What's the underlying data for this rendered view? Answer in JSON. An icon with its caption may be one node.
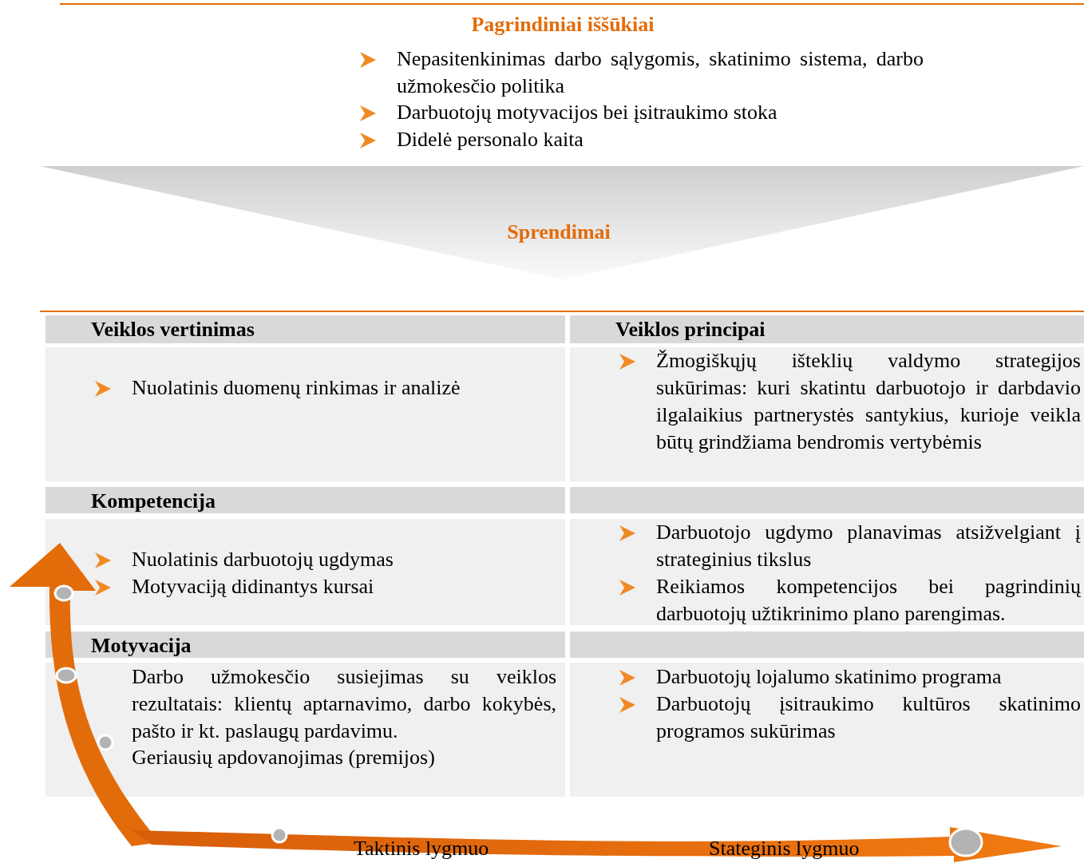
{
  "diagram": {
    "title": "Pagrindiniai iššūkiai",
    "nodes": [
      {
        "text": [
          "Sprendimai"
        ]
      }
    ],
    "labels": [
      "Nepasitenkinimas darbo sąlygomis, skatinimo sistema, darbo užmokesčio politika",
      "Darbuotojų motyvacijos bei įsitraukimo stoka",
      "Didelė personalo kaita",
      "Veiklos vertinimas",
      "Veiklos principai",
      "Nuolatinis duomenų rinkimas ir analizė",
      "Žmogiškųjų išteklių valdymo strategijos sukūrimas: kuri skatintu darbuotojo ir darbdavio ilgalaikius partnerystės santykius, kurioje veikla būtų grindžiama bendromis vertybėmis",
      "Kompetencija",
      "Nuolatinis darbuotojų ugdymas",
      "Motyvaciją didinantys kursai",
      "Darbuotojo ugdymo planavimas atsižvelgiant į strateginius tikslus",
      "Reikiamos kompetencijos bei pagrindinių darbuotojų užtikrinimo plano parengimas.",
      "Motyvacija",
      "Darbo užmokesčio susiejimas su veiklos rezultatais: klientų aptarnavimo, darbo kokybės, pašto ir kt. paslaugų pardavimu.",
      "Geriausių apdovanojimas (premijos)",
      "Darbuotojų lojalumo skatinimo programa",
      "Darbuotojų įsitraukimo kultūros skatinimo programos sukūrimas",
      "Taktinis lygmuo",
      "Stateginis lygmuo"
    ]
  }
}
